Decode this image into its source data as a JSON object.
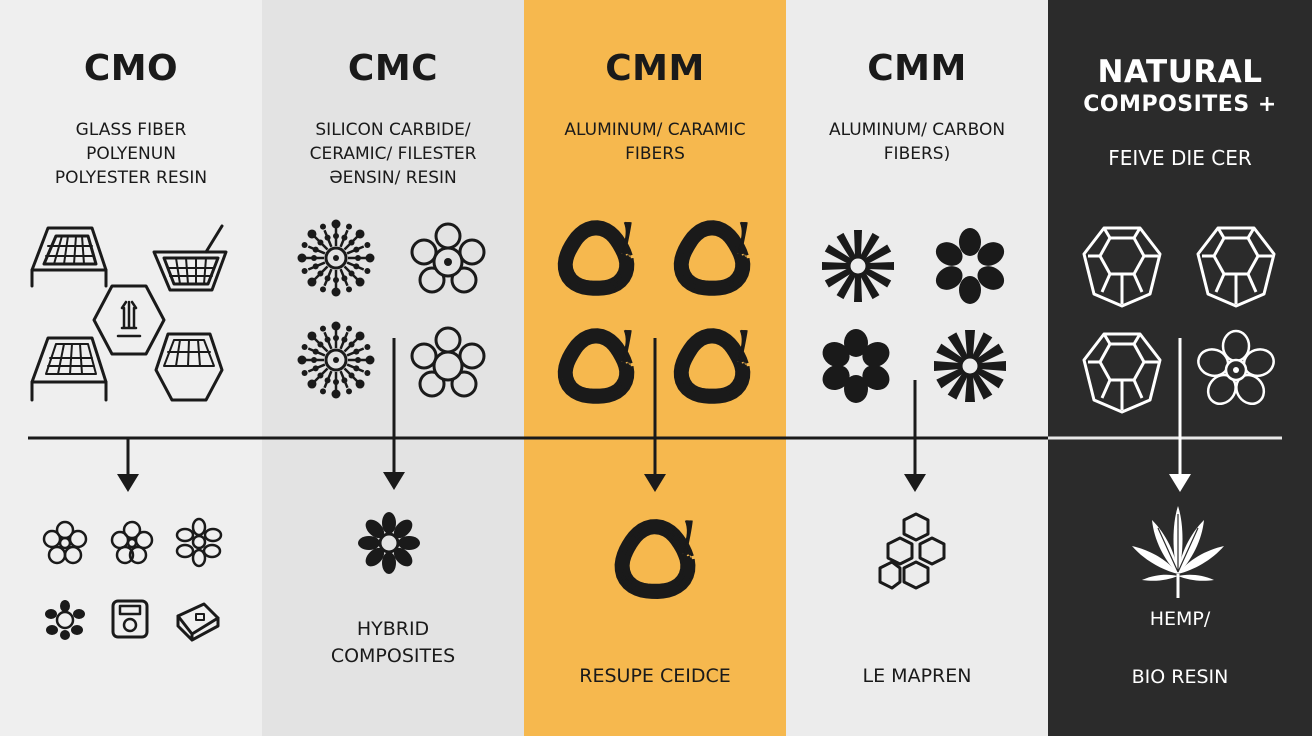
{
  "columns": [
    {
      "title": "CMO",
      "sub": [
        "GLASS FIBER",
        "POLYENUN",
        "POLYESTER RESIN"
      ],
      "bottom": []
    },
    {
      "title": "CMC",
      "sub": [
        "SILICON CARBIDE/",
        "CERAMIC/ FILESTER",
        "ƏENSIN/ RESIN"
      ],
      "bottom": [
        "HYBRID",
        "COMPOSITES"
      ]
    },
    {
      "title": "CMM",
      "sub": [
        "ALUMINUM/ CARAMIC",
        "FIBERS"
      ],
      "bottom": [
        "RESUPE CEIDCE"
      ]
    },
    {
      "title": "CMM",
      "sub": [
        "ALUMINUM/ CARBON",
        "FIBERS)"
      ],
      "bottom": [
        "LE MAPREN"
      ]
    },
    {
      "title": [
        "NATURAL",
        "COMPOSITES +"
      ],
      "sub": [
        "FEIVE DIE CER"
      ],
      "bottom": [
        "HEMP/",
        "BIO RESIN"
      ]
    }
  ],
  "colors": {
    "accent": "#f6b84e",
    "dark": "#2b2b2b",
    "ink": "#1a1a1a"
  },
  "icons": [
    "mesh-basket-icon",
    "hexagon-emblem-icon",
    "radial-fiber-icon",
    "flower-outline-icon",
    "fiber-ring-icon",
    "flower-solid-icon",
    "hex-cell-icon",
    "hemp-leaf-icon",
    "arrow-down-icon"
  ]
}
